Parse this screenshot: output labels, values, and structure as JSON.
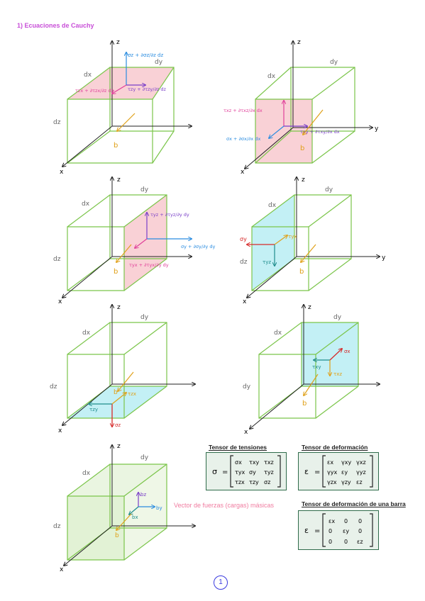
{
  "title": "1) Ecuaciones de Cauchy",
  "colors": {
    "box": "#7bc54a",
    "axis": "#222222",
    "face_pink": "#f8c6cc",
    "face_cyan": "#bdeef4",
    "face_green": "#d6ecc3",
    "arrow_blue": "#2a8ce0",
    "arrow_purple": "#7a3fc8",
    "arrow_pink": "#e0409a",
    "arrow_orange": "#e0a11a",
    "arrow_red": "#d62a2a",
    "arrow_teal": "#1f8c8c",
    "accent_text": "#f07ca0"
  },
  "dims": {
    "dx": "dx",
    "dy": "dy",
    "dz": "dz"
  },
  "axes": {
    "x": "x",
    "y": "y",
    "z": "z"
  },
  "body_force": "b",
  "fig1": {
    "sz": "σz + ∂σz/∂z dz",
    "tzx": "τzx + ∂τzx/∂z dz",
    "tzy": "τzy + ∂τzy/∂z dz"
  },
  "fig2": {
    "txz": "τxz + ∂τxz/∂x dx",
    "txy": "τxy + ∂τxy/∂x dx",
    "sx": "σx + ∂σx/∂x dx"
  },
  "fig3": {
    "tyz": "τyz + ∂τyz/∂y dy",
    "sy": "σy + ∂σy/∂y dy",
    "tyx": "τyx + ∂τyx/∂y dy"
  },
  "fig4": {
    "sy": "σy",
    "tyx": "τyx",
    "tyz": "τyz"
  },
  "fig5": {
    "tzx": "τzx",
    "tzy": "τzy",
    "sz": "σz"
  },
  "fig6": {
    "sx": "σx",
    "txy": "τxy",
    "txz": "τxz"
  },
  "fig7": {
    "bx": "bx",
    "by": "by",
    "bz": "bz",
    "caption": "Vector de fuerzas (cargas) másicas"
  },
  "stress_tensor": {
    "title": "Tensor de tensiones",
    "symbol": "σ",
    "eq": "=",
    "rows": [
      [
        "σx",
        "τxy",
        "τxz"
      ],
      [
        "τyx",
        "σy",
        "τyz"
      ],
      [
        "τzx",
        "τzy",
        "σz"
      ]
    ]
  },
  "strain_tensor": {
    "title": "Tensor de deformación",
    "symbol": "ε",
    "eq": "=",
    "rows": [
      [
        "εx",
        "γxy",
        "γxz"
      ],
      [
        "γyx",
        "εy",
        "γyz"
      ],
      [
        "γzx",
        "γzy",
        "εz"
      ]
    ]
  },
  "bar_tensor": {
    "title": "Tensor de deformación de una barra",
    "symbol": "ε",
    "eq": "=",
    "rows": [
      [
        "εx",
        "0",
        "0"
      ],
      [
        "0",
        "εy",
        "0"
      ],
      [
        "0",
        "0",
        "εz"
      ]
    ]
  },
  "page_number": "1"
}
